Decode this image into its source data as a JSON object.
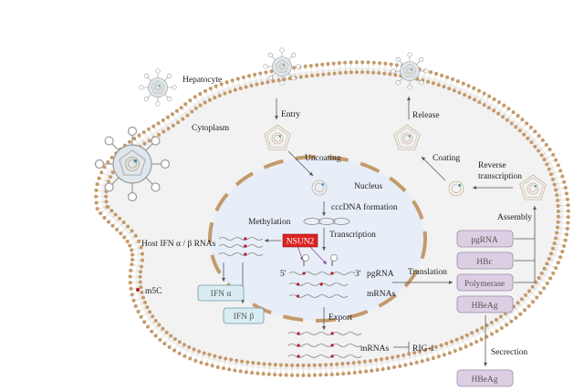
{
  "title": "HBV life cycle and m5C methylation by NSUN2 in hepatocyte",
  "colors": {
    "background": "#ffffff",
    "cytoplasm": "#f2f2f2",
    "membrane": "#c49a6c",
    "nucleus_fill": "#e8eef8",
    "nucleus_border": "#c49a6c",
    "nsun2": "#dd2222",
    "ifn_box": "#d9ecf2",
    "protein_box": "#dccfe3",
    "m5c_dot": "#b81c2a",
    "virus_dot": "#3a8fa0"
  },
  "labels": {
    "hepatocyte": "Hepatocyte",
    "cytoplasm": "Cytoplasm",
    "entry": "Entry",
    "release": "Release",
    "uncoating": "Uncoating",
    "nucleus": "Nucleus",
    "cccdna": "cccDNA formation",
    "methylation": "Methylation",
    "transcription": "Transcription",
    "nsun2": "NSUN2",
    "host_rnas": "Host IFN α / β RNAs",
    "five_prime": "5'",
    "three_prime": "3'",
    "pgrna": "pgRNA",
    "mrnas_nucleus": "mRNAs",
    "translation": "Translation",
    "export": "Export",
    "mrnas_cyto": "mRNAs",
    "rig1": "RIG-1",
    "coating": "Coating",
    "reverse_transcription_1": "Reverse",
    "reverse_transcription_2": "transcription",
    "assembly": "Assembly",
    "secretion": "Secrection",
    "m5c_legend": "m5C"
  },
  "ifn_boxes": [
    "IFN α",
    "IFN β"
  ],
  "protein_boxes": [
    "pgRNA",
    "HBc",
    "Polymerase",
    "HBeAg"
  ],
  "secreted_box": "HBeAg"
}
